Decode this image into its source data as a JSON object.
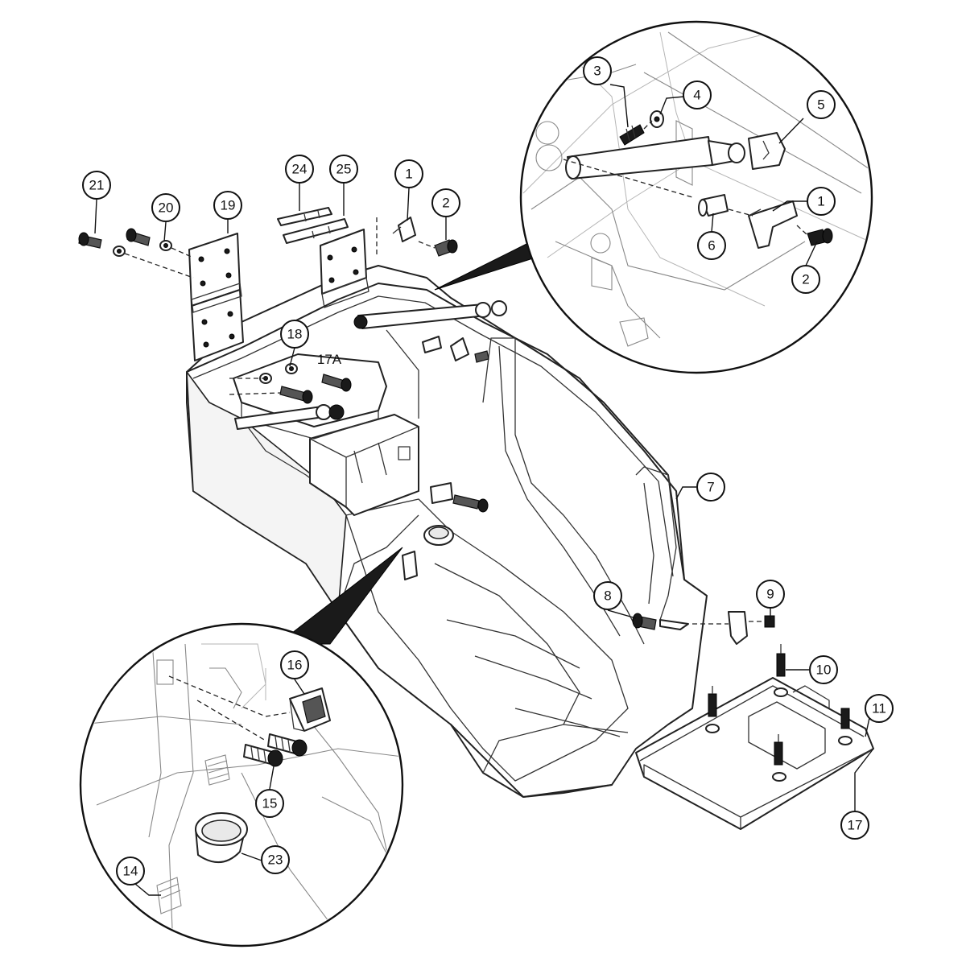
{
  "callouts": [
    {
      "id": "c21",
      "label": "21"
    },
    {
      "id": "c20",
      "label": "20"
    },
    {
      "id": "c19",
      "label": "19"
    },
    {
      "id": "c24",
      "label": "24"
    },
    {
      "id": "c25",
      "label": "25"
    },
    {
      "id": "c1a",
      "label": "1"
    },
    {
      "id": "c2a",
      "label": "2"
    },
    {
      "id": "c3",
      "label": "3"
    },
    {
      "id": "c4",
      "label": "4"
    },
    {
      "id": "c5",
      "label": "5"
    },
    {
      "id": "c1b",
      "label": "1"
    },
    {
      "id": "c6",
      "label": "6"
    },
    {
      "id": "c2b",
      "label": "2"
    },
    {
      "id": "c18",
      "label": "18"
    },
    {
      "id": "c7",
      "label": "7"
    },
    {
      "id": "c8",
      "label": "8"
    },
    {
      "id": "c9",
      "label": "9"
    },
    {
      "id": "c10",
      "label": "10"
    },
    {
      "id": "c11",
      "label": "11"
    },
    {
      "id": "c17",
      "label": "17"
    },
    {
      "id": "c16",
      "label": "16"
    },
    {
      "id": "c15",
      "label": "15"
    },
    {
      "id": "c23",
      "label": "23"
    },
    {
      "id": "c14",
      "label": "14"
    }
  ],
  "plain_labels": {
    "part_17a": "17A"
  }
}
